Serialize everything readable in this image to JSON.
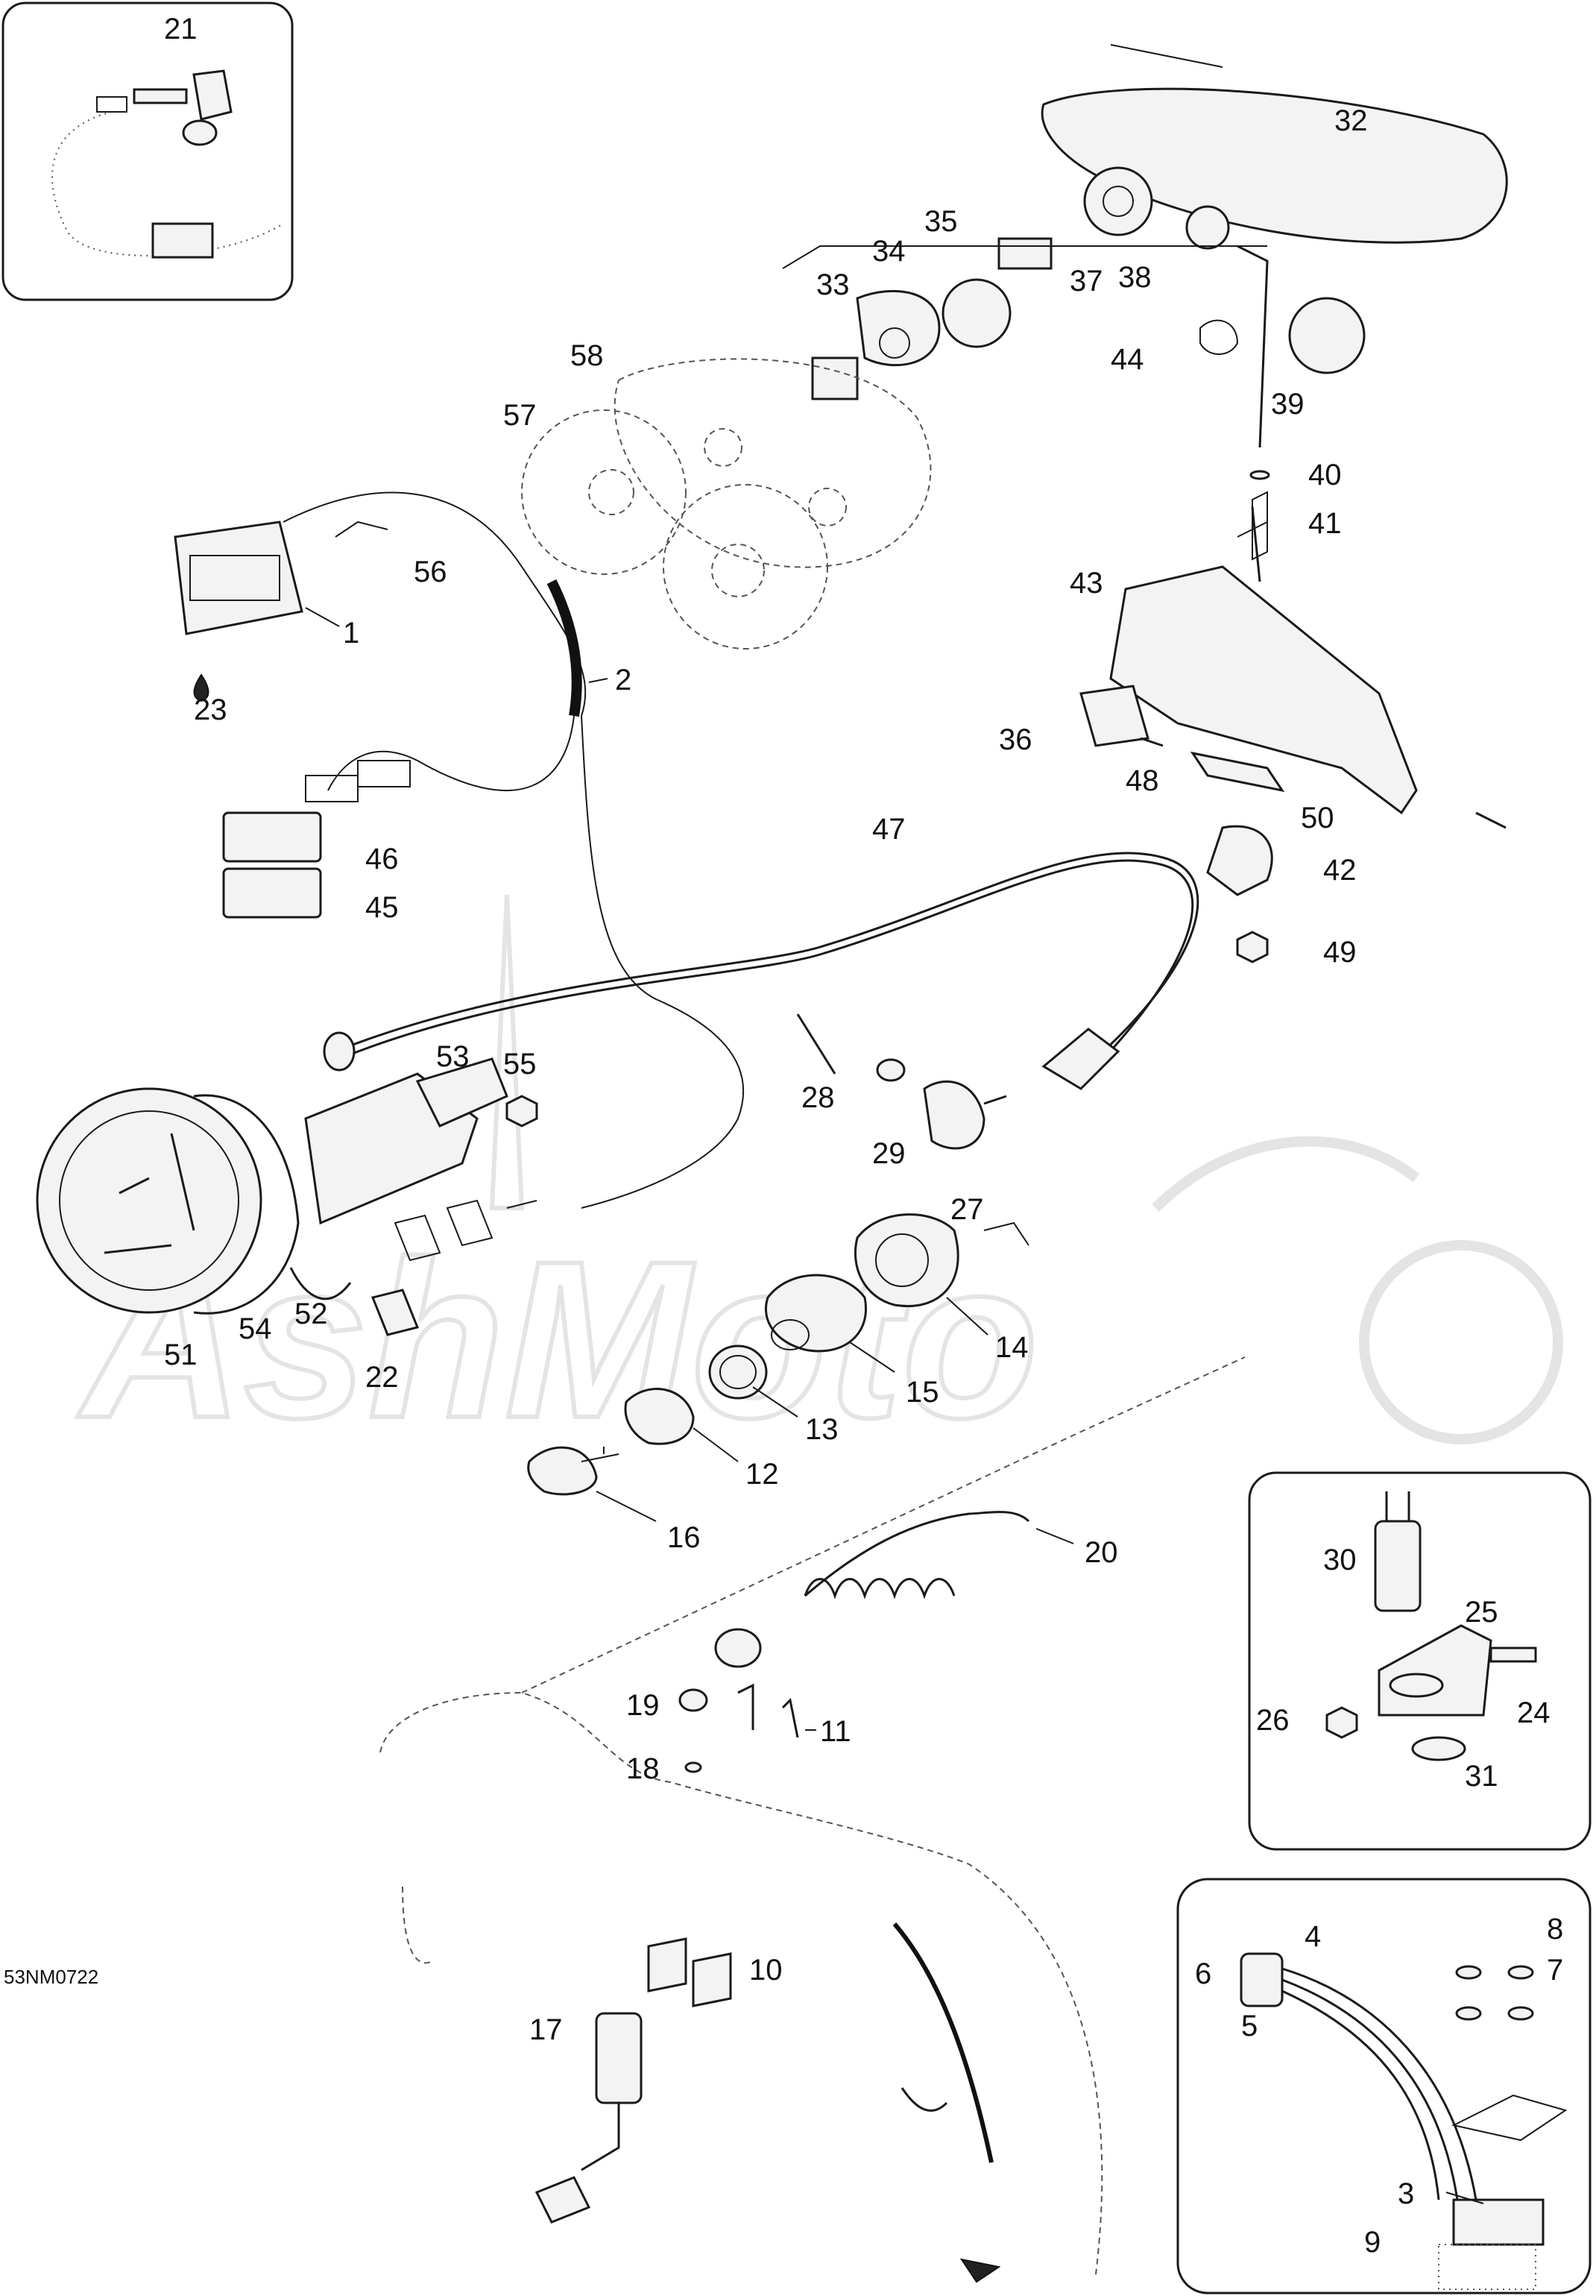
{
  "reference_code": "53NM0722",
  "watermark_text": "AshMoto",
  "callouts": {
    "c1": "1",
    "c2": "2",
    "c3": "3",
    "c4": "4",
    "c5": "5",
    "c6": "6",
    "c7": "7",
    "c8": "8",
    "c9": "9",
    "c10": "10",
    "c11": "11",
    "c12": "12",
    "c13": "13",
    "c14": "14",
    "c15": "15",
    "c16": "16",
    "c17": "17",
    "c18": "18",
    "c19": "19",
    "c20": "20",
    "c21": "21",
    "c22": "22",
    "c23": "23",
    "c24": "24",
    "c25": "25",
    "c26": "26",
    "c27": "27",
    "c28": "28",
    "c29": "29",
    "c30": "30",
    "c31": "31",
    "c32": "32",
    "c33": "33",
    "c34": "34",
    "c35": "35",
    "c36": "36",
    "c37": "37",
    "c38": "38",
    "c39": "39",
    "c40": "40",
    "c41": "41",
    "c42": "42",
    "c43": "43",
    "c44": "44",
    "c45": "45",
    "c46": "46",
    "c47": "47",
    "c48": "48",
    "c49": "49",
    "c50": "50",
    "c51": "51",
    "c52": "52",
    "c53": "53",
    "c54": "54",
    "c55": "55",
    "c56": "56",
    "c57": "57",
    "c58": "58"
  },
  "colors": {
    "line": "#1a1a1a",
    "watermark": "#e4e4e4",
    "background": "#ffffff"
  }
}
